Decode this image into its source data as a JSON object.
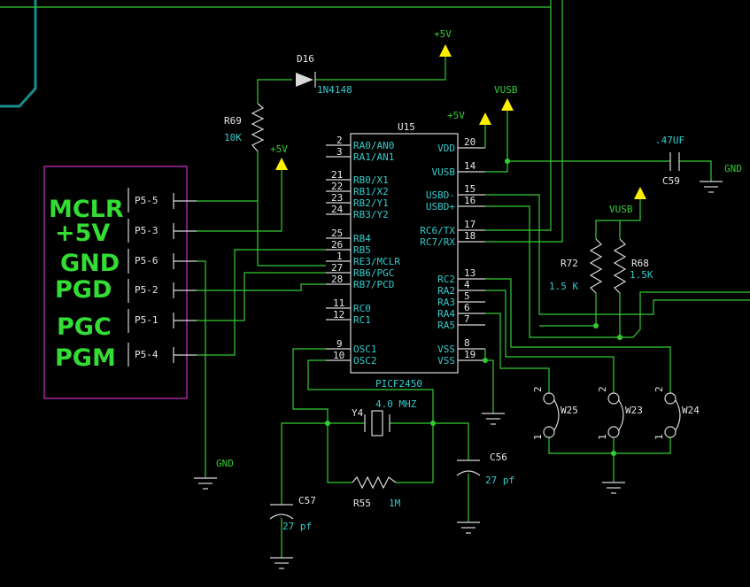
{
  "colors": {
    "background": "#000000",
    "wire": "#33cc33",
    "component": "#d9d9d9",
    "label": "#33cccc",
    "power_arrow": "#ffee00",
    "header_box": "#cc33cc",
    "bus": "#1a8c8c"
  },
  "u15": {
    "ref": "U15",
    "part": "PICF2450",
    "left_pins": [
      {
        "num": "2",
        "name": "RA0/AN0"
      },
      {
        "num": "3",
        "name": "RA1/AN1"
      },
      {
        "num": "21",
        "name": "RB0/X1"
      },
      {
        "num": "22",
        "name": "RB1/X2"
      },
      {
        "num": "23",
        "name": "RB2/Y1"
      },
      {
        "num": "24",
        "name": "RB3/Y2"
      },
      {
        "num": "25",
        "name": "RB4"
      },
      {
        "num": "26",
        "name": "RB5"
      },
      {
        "num": "1",
        "name": "RE3/MCLR"
      },
      {
        "num": "27",
        "name": "RB6/PGC"
      },
      {
        "num": "28",
        "name": "RB7/PCD"
      },
      {
        "num": "11",
        "name": "RC0"
      },
      {
        "num": "12",
        "name": "RC1"
      },
      {
        "num": "9",
        "name": "OSC1"
      },
      {
        "num": "10",
        "name": "OSC2"
      }
    ],
    "right_pins": [
      {
        "num": "20",
        "name": "VDD"
      },
      {
        "num": "14",
        "name": "VUSB"
      },
      {
        "num": "15",
        "name": "USBD-"
      },
      {
        "num": "16",
        "name": "USBD+"
      },
      {
        "num": "17",
        "name": "RC6/TX"
      },
      {
        "num": "18",
        "name": "RC7/RX"
      },
      {
        "num": "13",
        "name": "RC2"
      },
      {
        "num": "4",
        "name": "RA2"
      },
      {
        "num": "5",
        "name": "RA3"
      },
      {
        "num": "6",
        "name": "RA4"
      },
      {
        "num": "7",
        "name": "RA5"
      },
      {
        "num": "8",
        "name": "VSS"
      },
      {
        "num": "19",
        "name": "VSS"
      }
    ]
  },
  "header": {
    "signals": [
      "MCLR",
      "+5V",
      "GND",
      "PGD",
      "PGC",
      "PGM"
    ],
    "pins": [
      "P5-5",
      "P5-3",
      "P5-6",
      "P5-2",
      "P5-1",
      "P5-4"
    ]
  },
  "components": {
    "d16": {
      "ref": "D16",
      "value": "1N4148"
    },
    "r69": {
      "ref": "R69",
      "value": "10K"
    },
    "r72": {
      "ref": "R72",
      "value": "1.5 K"
    },
    "r68": {
      "ref": "R68",
      "value": "1.5K"
    },
    "r55": {
      "ref": "R55",
      "value": "1M"
    },
    "c59": {
      "ref": "C59",
      "value": ".47UF"
    },
    "c56": {
      "ref": "C56",
      "value": "27 pf"
    },
    "c57": {
      "ref": "C57",
      "value": "27 pf"
    },
    "y4": {
      "ref": "Y4",
      "value": "4.0 MHZ"
    },
    "w25": {
      "ref": "W25"
    },
    "w23": {
      "ref": "W23"
    },
    "w24": {
      "ref": "W24"
    }
  },
  "jumper_pins": {
    "top": "2",
    "bottom": "1"
  },
  "nets": {
    "p5v_top": "+5V",
    "p5v_vdd": "+5V",
    "p5v_header": "+5V",
    "vusb_1": "VUSB",
    "vusb_2": "VUSB",
    "gnd_c59": "GND",
    "gnd_header": "GND"
  }
}
